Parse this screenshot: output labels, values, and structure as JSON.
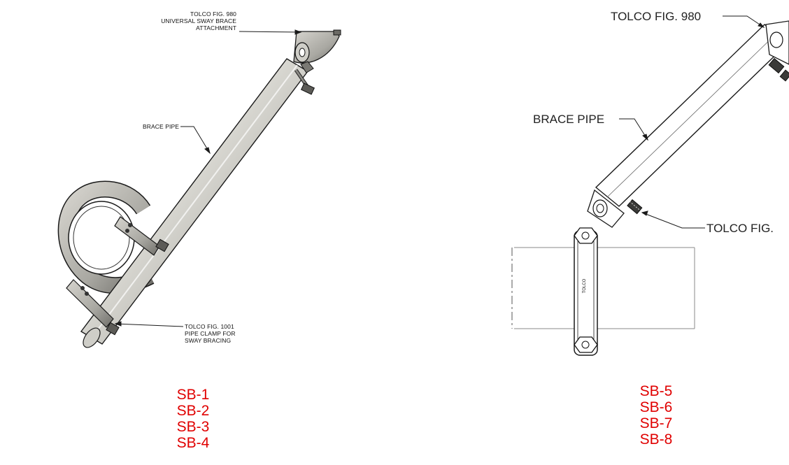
{
  "left_figure": {
    "callouts": {
      "attachment_line1": "TOLCO FIG. 980",
      "attachment_line2": "UNIVERSAL SWAY BRACE",
      "attachment_line3": "ATTACHMENT",
      "brace_pipe": "BRACE PIPE",
      "clamp_line1": "TOLCO FIG. 1001",
      "clamp_line2": "PIPE CLAMP FOR",
      "clamp_line3": "SWAY BRACING"
    },
    "ids": [
      "SB-1",
      "SB-2",
      "SB-3",
      "SB-4"
    ]
  },
  "right_figure": {
    "callouts": {
      "top_fig": "TOLCO FIG. 980",
      "brace_pipe": "BRACE PIPE",
      "lower_fig": "TOLCO FIG."
    },
    "clamp_mark": "TOLCO",
    "ids": [
      "SB-5",
      "SB-6",
      "SB-7",
      "SB-8"
    ]
  },
  "colors": {
    "id_text": "#e00000",
    "line": "#222222"
  }
}
